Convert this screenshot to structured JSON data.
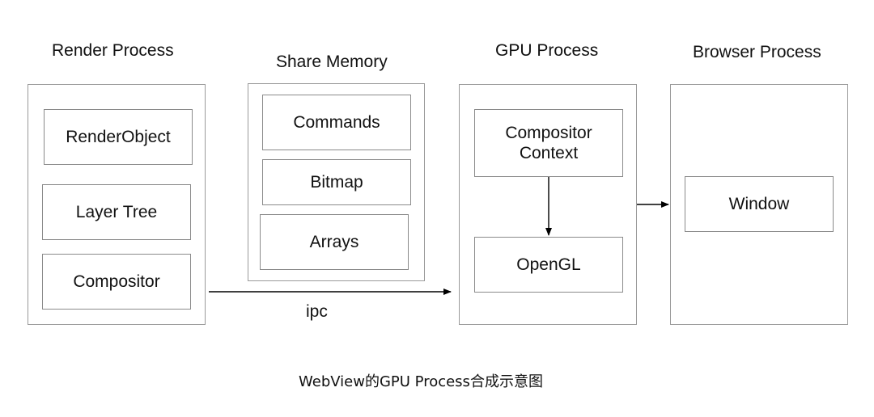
{
  "titles": {
    "render": "Render Process",
    "share": "Share Memory",
    "gpu": "GPU Process",
    "browser": "Browser Process"
  },
  "render_nodes": [
    "RenderObject",
    "Layer Tree",
    "Compositor"
  ],
  "share_nodes": [
    "Commands",
    "Bitmap",
    "Arrays"
  ],
  "gpu_nodes": {
    "context": "Compositor Context",
    "opengl": "OpenGL"
  },
  "browser_nodes": {
    "window": "Window"
  },
  "edges": {
    "ipc_label": "ipc"
  },
  "caption": "WebView的GPU Process合成示意图",
  "colors": {
    "border": "#8a8a8a",
    "line": "#000000",
    "text": "#111111"
  }
}
